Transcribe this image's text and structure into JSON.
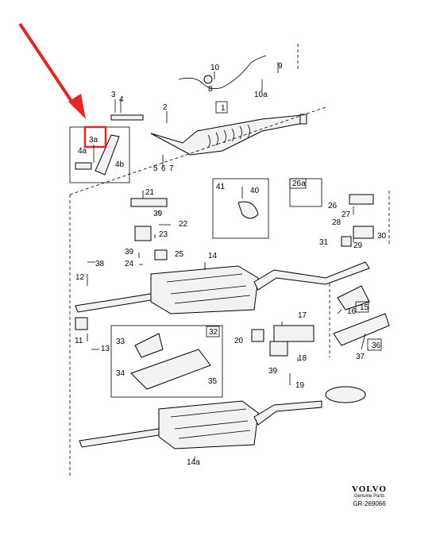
{
  "labels": {
    "l1": "1",
    "l2": "2",
    "l3": "3",
    "l3a": "3a",
    "l4": "4",
    "l4a": "4a",
    "l4b": "4b",
    "l5": "5",
    "l6": "6",
    "l7": "7",
    "l8": "8",
    "l9": "9",
    "l10": "10",
    "l10a": "10a",
    "l11": "11",
    "l12": "12",
    "l13": "13",
    "l14": "14",
    "l14a": "14a",
    "l15": "15",
    "l16": "16",
    "l17": "17",
    "l18": "18",
    "l19": "19",
    "l20": "20",
    "l21": "21",
    "l22": "22",
    "l23": "23",
    "l24": "24",
    "l25": "25",
    "l26": "26",
    "l26a": "26a",
    "l27": "27",
    "l28": "28",
    "l29": "29",
    "l30": "30",
    "l31": "31",
    "l32": "32",
    "l33": "33",
    "l34": "34",
    "l35": "35",
    "l36": "36",
    "l37": "37",
    "l38": "38",
    "l39a": "39",
    "l39b": "39",
    "l39c": "39",
    "l40": "40",
    "l41": "41"
  },
  "footer": {
    "brand": "VOLVO",
    "subtitle": "Genuine Parts",
    "reference": "GR-269066"
  },
  "colors": {
    "highlight": "#e32626",
    "arrow": "#e32626",
    "line": "#000000"
  }
}
